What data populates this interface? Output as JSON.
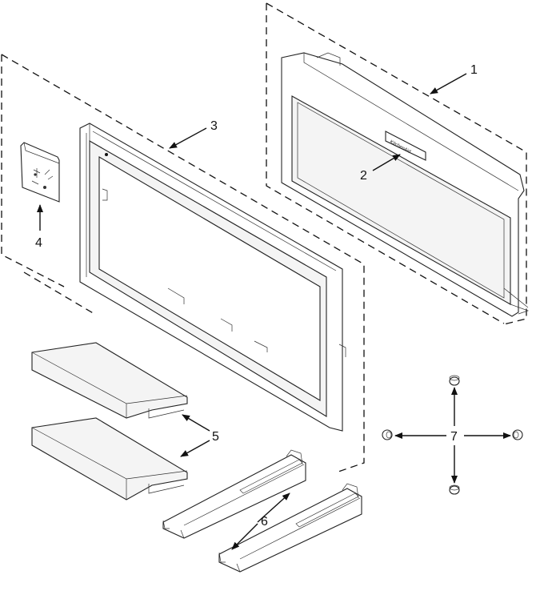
{
  "diagram": {
    "callouts": [
      {
        "id": "part-1",
        "label": "1"
      },
      {
        "id": "part-2",
        "label": "2"
      },
      {
        "id": "part-3",
        "label": "3"
      },
      {
        "id": "part-4",
        "label": "4"
      },
      {
        "id": "part-5",
        "label": "5"
      },
      {
        "id": "part-6",
        "label": "6"
      },
      {
        "id": "part-7",
        "label": "7"
      }
    ],
    "badge_text": "KitchenAid"
  }
}
